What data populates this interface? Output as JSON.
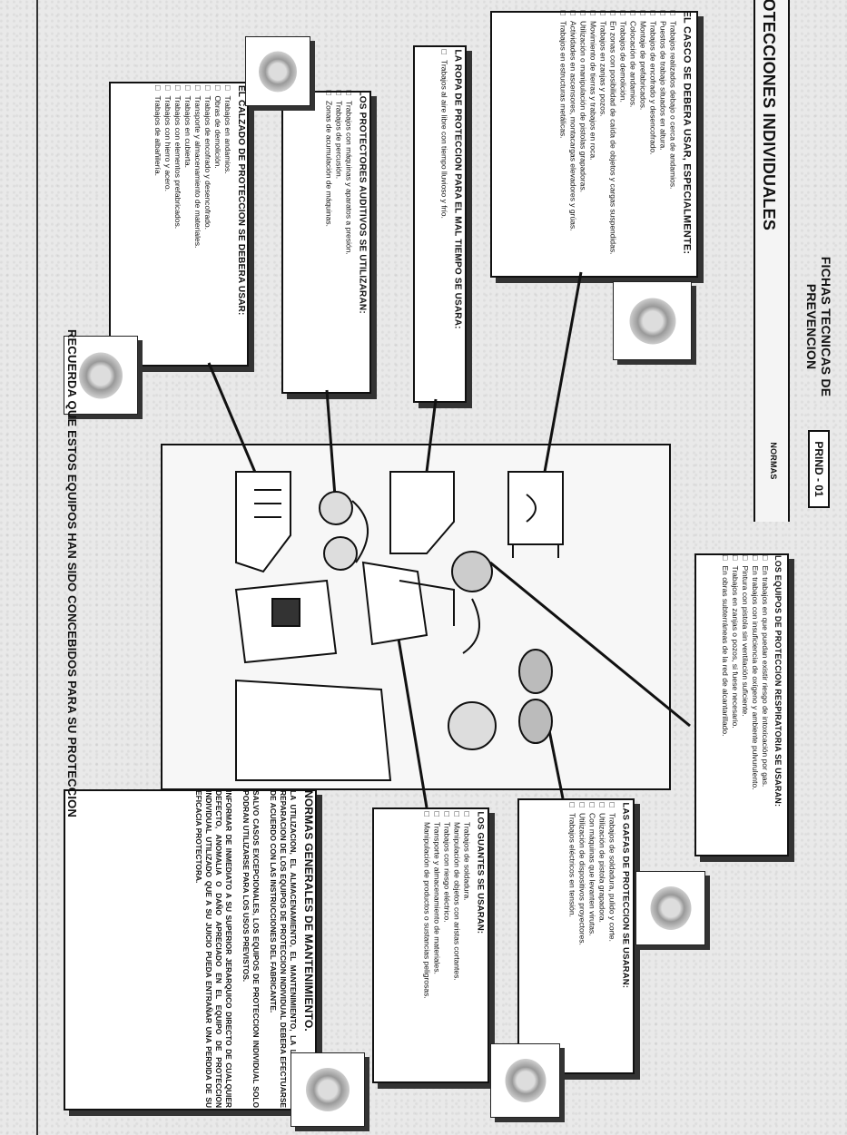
{
  "header": {
    "title_line1": "FICHAS TECNICAS DE",
    "title_line2": "PREVENCION",
    "code": "PRIND - 01",
    "section_title": "PROTECCIONES INDIVIDUALES",
    "section_tag": "NORMAS"
  },
  "casco": {
    "heading": "EL CASCO SE DEBERA USAR, ESPECIALMENTE:",
    "items": [
      "Trabajos realizados debajo o cerca de andamios.",
      "Puestos de trabajo situados en altura.",
      "Trabajos de encofrado y desencofrado.",
      "Montaje de prefabricados.",
      "Colocación de andamios.",
      "Trabajos de demolición.",
      "En zonas con posibilidad de caída de objetos y cargas suspendidas.",
      "Trabajos en zanjas y pozos.",
      "Movimiento de tierras y trabajos en roca.",
      "Utilización o manipulación de pistolas grapadoras.",
      "Actividades en ascensores, montacargas elevadores y grúas.",
      "Trabajos en estructuras metálicas."
    ]
  },
  "ropa": {
    "heading": "LA ROPA DE PROTECCION PARA EL MAL TIEMPO SE USARA:",
    "items": [
      "Trabajos al aire libre con tiempo lluvioso y frío."
    ]
  },
  "auditivos": {
    "heading": "LOS PROTECTORES AUDITIVOS SE UTILIZARAN:",
    "items": [
      "Trabajos con máquinas y aparatos a presión.",
      "Trabajos de percusión.",
      "Zonas de acumulación de máquinas."
    ]
  },
  "calzado": {
    "heading": "EL CALZADO DE PROTECCION SE DEBERA USAR:",
    "items": [
      "Trabajos en andamios.",
      "Obras de demolición.",
      "Trabajos de encofrado y desencofrado.",
      "Transporte y almacenamiento de materiales.",
      "Trabajos en cubierta.",
      "Trabajos con elementos prefabricados.",
      "Trabajos con hierro y acero.",
      "Trabajos de albañilería."
    ]
  },
  "respiratoria": {
    "heading": "LOS EQUIPOS DE PROTECCION RESPIRATORIA SE USARAN:",
    "items": [
      "En trabajos en que puedan existir riesgo de intoxicación por gas.",
      "En trabajos con insuficiencia de oxígeno y ambiente pulvurulento.",
      "Pintura con pistola sin ventilación suficiente.",
      "Trabajos en zanjas o pozos, si fuese necesario.",
      "En obras subterráneas de la red de alcantarillado."
    ]
  },
  "gafas": {
    "heading": "LAS GAFAS DE PROTECCION SE USARAN:",
    "items": [
      "Trabajos de soldadura, pulido y corte.",
      "Utilización de pistola grapadora.",
      "Con máquinas que levanten virutas.",
      "Utilización de dispositivos proyectores.",
      "Trabajos eléctricos en tensión."
    ]
  },
  "guantes": {
    "heading": "LOS GUANTES SE USARAN:",
    "items": [
      "Trabajos de soldadura.",
      "Manipulación de objetos con aristas cortantes.",
      "Trabajos con riesgo eléctrico.",
      "Transporte y almacenamiento de materiales.",
      "Manipulación de productos o sustancias peligrosas."
    ]
  },
  "normas": {
    "heading": "NORMAS GENERALES DE MANTENIMIENTO.",
    "p1": "LA UTILIZACION, EL ALMACENAMIENTO, EL MANTENIMIENTO, LA LIMPIEZA Y LA REPARACION DE LOS EQUIPOS DE PROTECCION INDIVIDUAL DEBERA EFECTUARSE DE ACUERDO CON LAS INSTRUCCIONES DEL FABRICANTE.",
    "p2": "SALVO CASOS EXCEPCIONALES, LOS EQUIPOS DE PROTECCION INDIVIDUAL SOLO PODRAN UTILIZARSE PARA LOS USOS PREVISTOS.",
    "p3": "INFORMAR DE INMEDIATO A SU SUPERIOR JERARQUICO DIRECTO DE CUALQUIER DEFECTO, ANOMALIA O DAÑO APRECIADO EN EL EQUIPO DE PROTECCION INDIVIDUAL UTILIZADO QUE A SU JUICIO PUEDA ENTRAÑAR UNA PERDIDA DE SU EFICACIA PROTECTORA."
  },
  "footer": "RECUERDA QUE ESTOS EQUIPOS HAN SIDO CONCEBIDOS PARA SU PROTECCION"
}
